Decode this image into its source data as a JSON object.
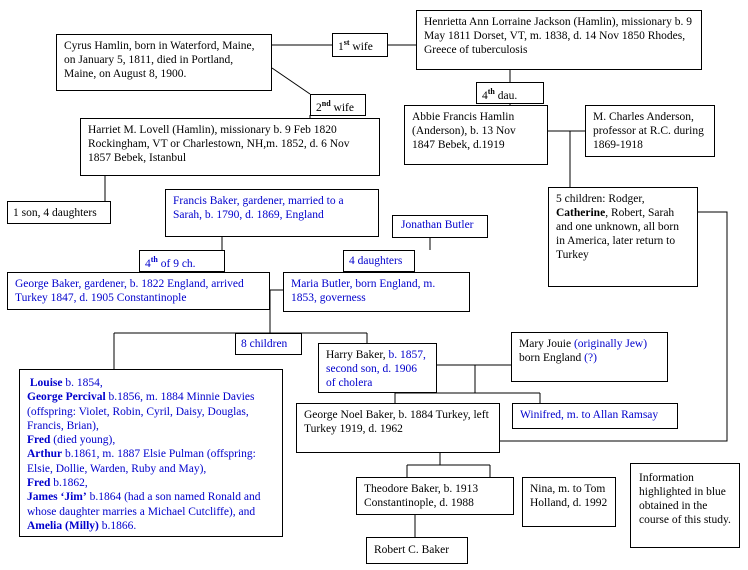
{
  "people": {
    "cyrus": "Cyrus Hamlin, born in Waterford, Maine, on January 5, 1811, died in Portland, Maine, on August 8, 1900.",
    "henrietta": "Henrietta Ann Lorraine Jackson (Hamlin), missionary b. 9 May 1811 Dorset, VT, m. 1838, d. 14 Nov 1850 Rhodes, Greece of tuberculosis",
    "harriet": "Harriet M. Lovell (Hamlin), missionary b. 9 Feb 1820 Rockingham, VT or Charlestown, NH,m. 1852,  d. 6 Nov 1857 Bebek, Istanbul",
    "abbie": "Abbie Francis Hamlin (Anderson), b. 13 Nov 1847 Bebek, d.1919",
    "charles": "M. Charles Anderson, professor at R.C. during 1869-1918",
    "francis_baker": "Francis Baker, gardener, married to a Sarah, b. 1790, d. 1869, England",
    "jonathan": "Jonathan Butler",
    "george_baker": "George Baker, gardener, b. 1822 England, arrived Turkey 1847, d. 1905 Constantinople",
    "maria": "Maria Butler, born England, m. 1853, governess",
    "mary_pre": "Mary Jouie ",
    "mary_blue": "(originally Jew)",
    "mary_post": " born England ",
    "mary_q": "(?)",
    "george_noel": "George Noel Baker, b. 1884 Turkey, left Turkey 1919, d. 1962",
    "winifred": "Winifred, m. to Allan Ramsay",
    "theodore": "Theodore Baker, b. 1913 Constantinople, d. 1988",
    "nina": "Nina, m. to Tom Holland, d. 1992",
    "robert": "Robert C. Baker",
    "info": "Information highlighted in blue obtained in the course of this study."
  },
  "harry": {
    "name": "Harry Baker, ",
    "detail": "b. 1857, second son, d. 1906 of cholera"
  },
  "anderson_children": {
    "p1": "5 children: Rodger, ",
    "catherine": "Catherine",
    "p2": ", Robert, Sarah and one unknown, all born in America, later return to Turkey"
  },
  "labels": {
    "wife1_num": "1",
    "wife1_sup": "st",
    "wife1_txt": " wife",
    "wife2_num": "2",
    "wife2_sup": "nd",
    "wife2_txt": " wife",
    "dau_num": "4",
    "dau_sup": "th",
    "dau_txt": " dau.",
    "ch_num": "4",
    "ch_sup": "th",
    "ch_txt": " of 9 ch.",
    "four_daughters": "4 daughters",
    "one_son": "1 son, 4 daughters",
    "eight_children": "8 children"
  },
  "children": {
    "louise_name": "Louise",
    "louise_d": " b. 1854,",
    "gp_name": "George Percival",
    "gp_d": " b.1856, m. 1884 Minnie Davies (offspring: Violet, Robin, Cyril, Daisy, Douglas, Francis, Brian),",
    "fred1_name": "Fred",
    "fred1_d": " (died young),",
    "arthur_name": "Arthur",
    "arthur_d": " b.1861, m. 1887 Elsie Pulman (offspring: Elsie, Dollie, Warden, Ruby and May),",
    "fred2_name": "Fred",
    "fred2_d": " b.1862,",
    "jim_name": "James ‘Jim’",
    "jim_d": " b.1864 (had a son named Ronald and whose daughter marries a Michael Cutcliffe), and",
    "amelia_name": "Amelia (Milly)",
    "amelia_d": " b.1866."
  }
}
